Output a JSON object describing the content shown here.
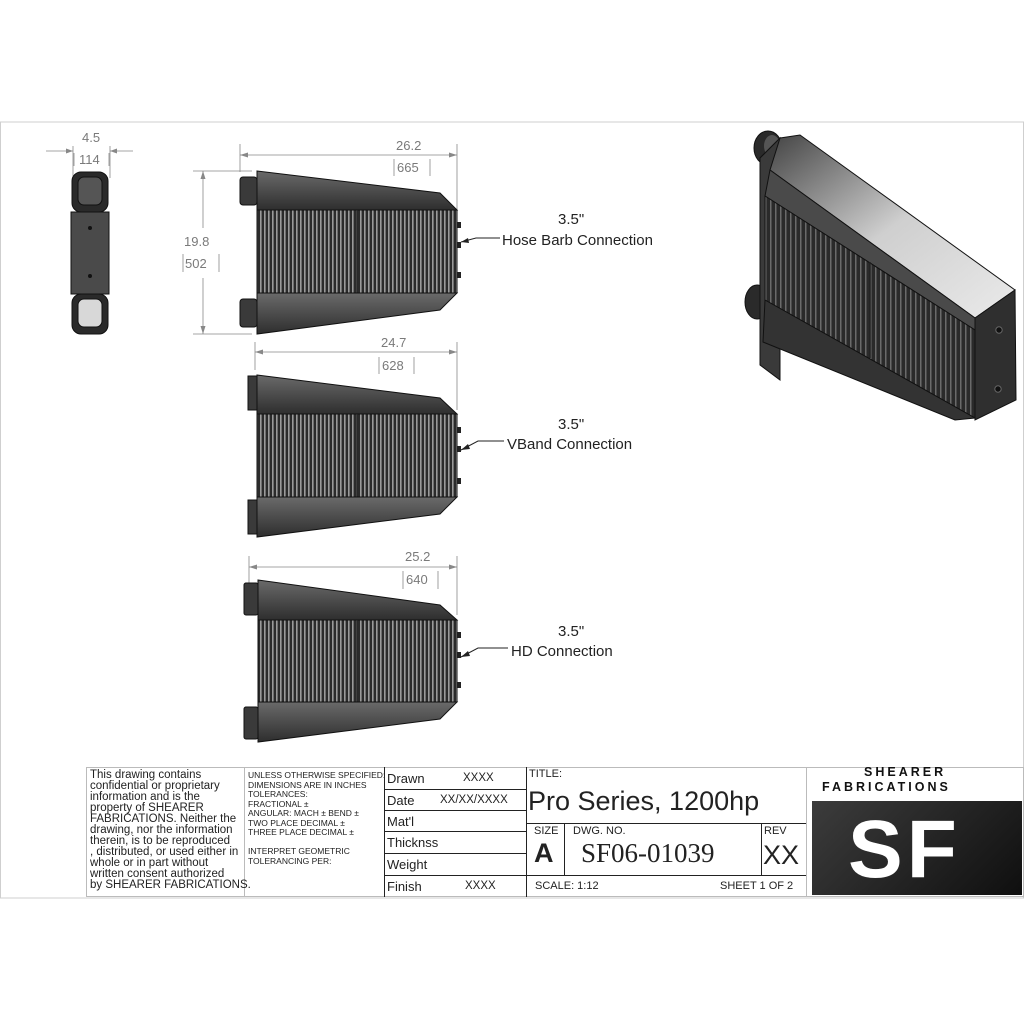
{
  "views": {
    "end_view": {
      "width_in": "4.5",
      "width_mm": "114"
    },
    "hose_barb": {
      "length_in": "26.2",
      "length_mm": "665",
      "height_in": "19.8",
      "height_mm": "502",
      "size": "3.5\"",
      "connection": "Hose Barb Connection"
    },
    "vband": {
      "length_in": "24.7",
      "length_mm": "628",
      "size": "3.5\"",
      "connection": "VBand Connection"
    },
    "hd": {
      "length_in": "25.2",
      "length_mm": "640",
      "size": "3.5\"",
      "connection": "HD Connection"
    }
  },
  "title_block": {
    "notice": [
      "This drawing contains",
      "confidential or proprietary",
      "information and is the",
      "property of SHEARER",
      "FABRICATIONS. Neither the",
      "drawing, nor the information",
      "therein, is to be reproduced",
      ", distributed, or used either in",
      "whole or in part without",
      "written consent authorized",
      "by SHEARER FABRICATIONS."
    ],
    "tolerances": [
      "UNLESS OTHERWISE SPECIFIED:",
      "DIMENSIONS ARE IN INCHES",
      "TOLERANCES:",
      "FRACTIONAL ±",
      "ANGULAR: MACH ±    BEND ±",
      "TWO PLACE DECIMAL    ±",
      "THREE PLACE DECIMAL  ±",
      "",
      "INTERPRET GEOMETRIC",
      "TOLERANCING PER:"
    ],
    "rows": [
      {
        "label": "Drawn",
        "value": "XXXX"
      },
      {
        "label": "Date",
        "value": "XX/XX/XXXX"
      },
      {
        "label": "Mat'l",
        "value": ""
      },
      {
        "label": "Thicknss",
        "value": ""
      },
      {
        "label": "Weight",
        "value": ""
      },
      {
        "label": "Finish",
        "value": "XXXX"
      }
    ],
    "title_label": "TITLE:",
    "title": "Pro Series, 1200hp",
    "size_label": "SIZE",
    "size": "A",
    "dwg_label": "DWG.  NO.",
    "dwg_no": "SF06-01039",
    "rev_label": "REV",
    "rev": "XX",
    "scale": "SCALE: 1:12",
    "sheet": "SHEET 1 OF 2"
  },
  "logo": {
    "line1": "SHEARER",
    "line2": "FABRICATIONS",
    "mark": "SF"
  }
}
